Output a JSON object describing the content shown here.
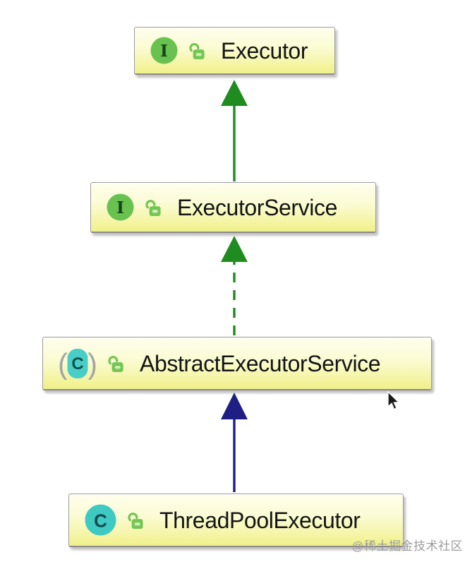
{
  "diagram": {
    "type": "uml-class-hierarchy",
    "nodes": [
      {
        "id": "executor",
        "label": "Executor",
        "kind": "interface",
        "icon_letter": "I",
        "visibility": "public"
      },
      {
        "id": "executor-service",
        "label": "ExecutorService",
        "kind": "interface",
        "icon_letter": "I",
        "visibility": "public"
      },
      {
        "id": "abstract-executor-service",
        "label": "AbstractExecutorService",
        "kind": "abstract-class",
        "icon_letter": "C",
        "visibility": "public"
      },
      {
        "id": "thread-pool-executor",
        "label": "ThreadPoolExecutor",
        "kind": "class",
        "icon_letter": "C",
        "visibility": "public"
      }
    ],
    "edges": [
      {
        "from": "ExecutorService",
        "to": "Executor",
        "relation": "extends",
        "line": "solid"
      },
      {
        "from": "AbstractExecutorService",
        "to": "ExecutorService",
        "relation": "implements",
        "line": "dashed"
      },
      {
        "from": "ThreadPoolExecutor",
        "to": "AbstractExecutorService",
        "relation": "extends",
        "line": "solid"
      }
    ],
    "icon_glyphs": {
      "paren_open": "(",
      "paren_close": ")"
    }
  },
  "colors": {
    "interface_edge": "#1f8c1f",
    "class_edge": "#1e1e85",
    "interface_icon": "#69c24f",
    "class_icon": "#3ecac3",
    "abstract_icon": "#49cec7",
    "lock": "#74c654",
    "lock_slot": "#cfeebd",
    "node_border": "#9b9b9b",
    "watermark": "#9c9c9c"
  },
  "watermark": {
    "text": "@稀土掘金技术社区"
  }
}
